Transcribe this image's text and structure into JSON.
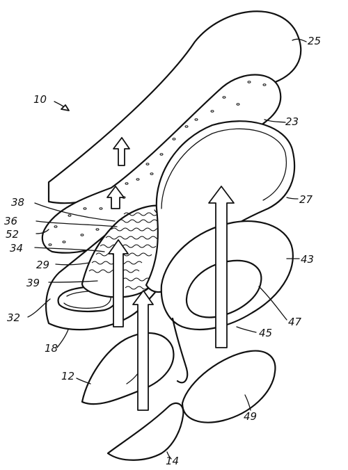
{
  "figure": {
    "ref_main": "10",
    "labels": {
      "l25": "25",
      "l23": "23",
      "l27": "27",
      "l38": "38",
      "l36": "36",
      "l52": "52",
      "l34": "34",
      "l29": "29",
      "l39": "39",
      "l32": "32",
      "l18": "18",
      "l43": "43",
      "l47": "47",
      "l45": "45",
      "l12": "12",
      "l49": "49",
      "l14": "14"
    }
  },
  "colors": {
    "ink": "#111111",
    "paper": "#ffffff"
  }
}
